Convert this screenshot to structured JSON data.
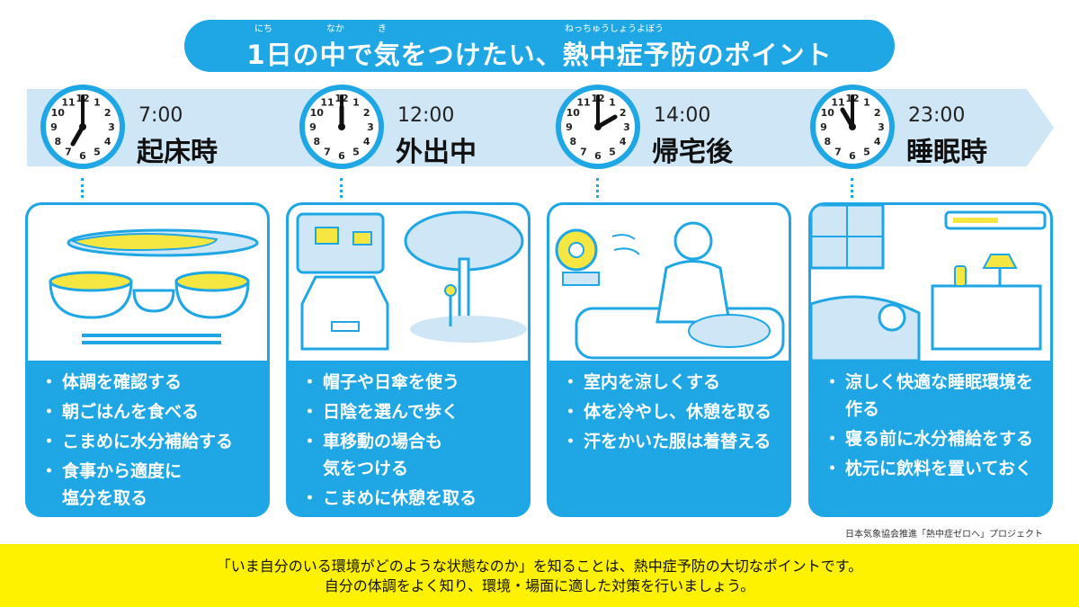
{
  "title": {
    "text": "1日の中で気をつけたい、熱中症予防のポイント",
    "ruby": [
      {
        "text": "にち"
      },
      {
        "text": "なか"
      },
      {
        "text": "き"
      },
      {
        "text": "ねっちゅうしょうよぼう"
      }
    ]
  },
  "colors": {
    "accent": "#1ea7e4",
    "timeline": "#cfe6f6",
    "footer": "#fff200"
  },
  "slots": [
    {
      "time": "7:00",
      "phase": "起床時",
      "clock_hour": 7,
      "illustration": "breakfast-table",
      "items": [
        "体調を確認する",
        "朝ごはんを食べる",
        "こまめに水分補給する",
        "食事から適度に\n塩分を取る"
      ]
    },
    {
      "time": "12:00",
      "phase": "外出中",
      "clock_hour": 12,
      "illustration": "car-and-tree",
      "items": [
        "帽子や日傘を使う",
        "日陰を選んで歩く",
        "車移動の場合も\n気をつける",
        "こまめに休憩を取る"
      ]
    },
    {
      "time": "14:00",
      "phase": "帰宅後",
      "clock_hour": 2,
      "illustration": "fan-and-sofa",
      "items": [
        "室内を涼しくする",
        "体を冷やし、休憩を取る",
        "汗をかいた服は着替える"
      ]
    },
    {
      "time": "23:00",
      "phase": "睡眠時",
      "clock_hour": 11,
      "illustration": "bedroom",
      "items": [
        "涼しく快適な睡眠環境を\n作る",
        "寝る前に水分補給をする",
        "枕元に飲料を置いておく"
      ]
    }
  ],
  "credit": "日本気象協会推進「熱中症ゼロへ」プロジェクト",
  "footer": {
    "line1": "「いま自分のいる環境がどのような状態なのか」を知ることは、熱中症予防の大切なポイントです。",
    "line2": "自分の体調をよく知り、環境・場面に適した対策を行いましょう。"
  }
}
